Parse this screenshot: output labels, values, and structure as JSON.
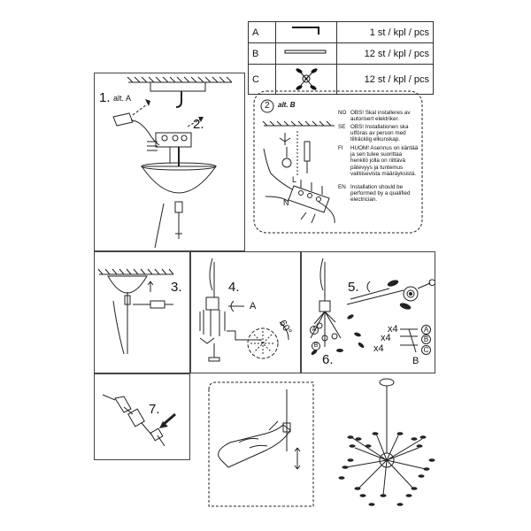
{
  "parts": [
    {
      "key": "A",
      "qty": "1 st / kpl / pcs",
      "icon": "hex-key-icon"
    },
    {
      "key": "B",
      "qty": "12 st / kpl / pcs",
      "icon": "rod-icon"
    },
    {
      "key": "C",
      "qty": "12 st / kpl / pcs",
      "icon": "leaf-cluster-icon"
    }
  ],
  "steps": {
    "s1": "1.",
    "s1_sub": "alt. A",
    "s2": "2.",
    "s3": "3.",
    "s4": "4.",
    "s4_a": "A",
    "s4_angle": "60°",
    "s5": "5.",
    "s5_c": "C",
    "s6": "6.",
    "s7": "7."
  },
  "altB": {
    "num": "2",
    "label": "alt. B",
    "wire_l": "L",
    "wire_n": "N",
    "notes": [
      {
        "code": "NO",
        "text": "OBS! Skal installeres av autorisert elektriker."
      },
      {
        "code": "SE",
        "text": "OBS! Installationen ska utföras av person med tillräcklig elkunskap."
      },
      {
        "code": "FI",
        "text": "HUOM! Asennus on käntää ja sen tulee suorittaa henkilö jolla on riittävä pätevyys ja tuntemus valitiisevista määräyksistä."
      },
      {
        "code": "EN",
        "text": "Installation should be performed by a qualified electrician."
      }
    ]
  },
  "counts": {
    "x4a": "x4",
    "x4b": "x4",
    "x4c": "x4",
    "a": "A",
    "b": "B",
    "c": "C",
    "bb": "B",
    "ba": "A",
    "bb2": "B"
  }
}
